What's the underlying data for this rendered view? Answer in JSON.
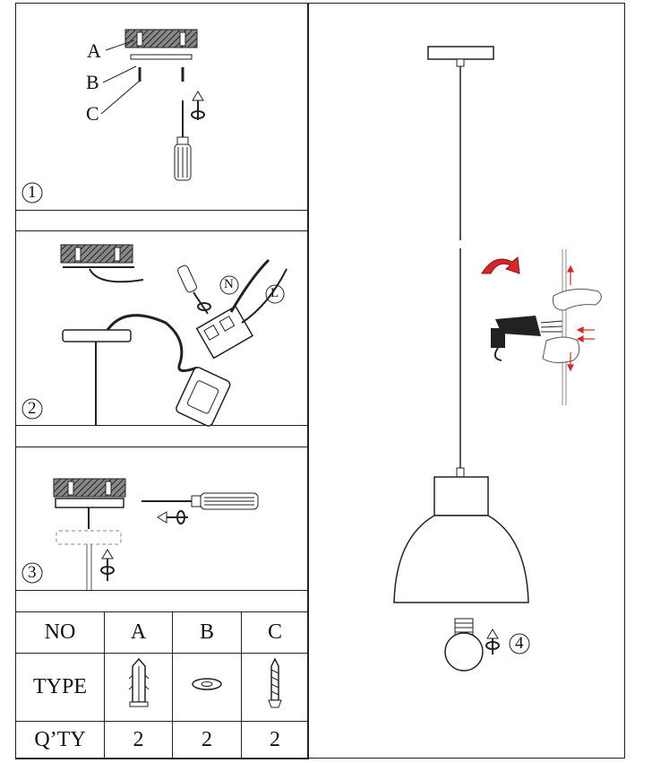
{
  "steps": {
    "s1": {
      "number": "1",
      "labels": [
        "A",
        "B",
        "C"
      ]
    },
    "s2": {
      "number": "2",
      "wire_labels": [
        "N",
        "L"
      ]
    },
    "s3": {
      "number": "3"
    },
    "s4": {
      "number": "4"
    }
  },
  "parts_table": {
    "header_label": "NO",
    "columns": [
      "A",
      "B",
      "C"
    ],
    "type_label": "TYPE",
    "qty_label": "Q’TY",
    "quantities": [
      "2",
      "2",
      "2"
    ]
  },
  "icons": [
    "rotate-arrow-icon",
    "screwdriver-icon",
    "anchor-plug-icon",
    "washer-icon",
    "screw-icon",
    "bulb-icon",
    "hair-dryer-icon",
    "hand-icon"
  ],
  "colors": {
    "line": "#222222",
    "accent_red": "#d62828"
  }
}
